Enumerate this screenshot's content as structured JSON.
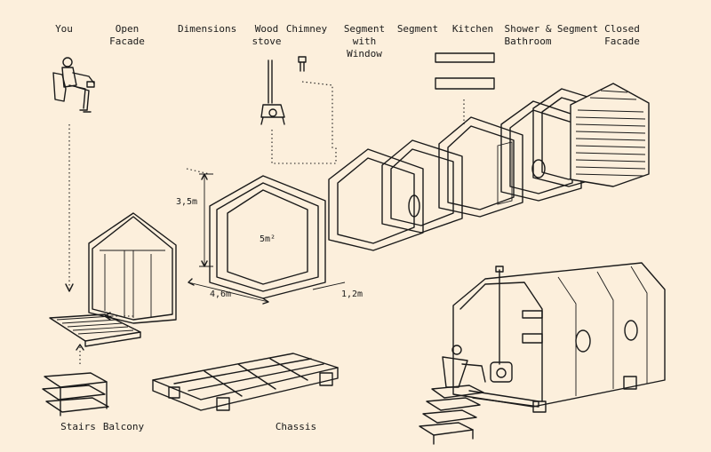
{
  "labels": {
    "you": "You",
    "open_facade": "Open\nFacade",
    "dimensions": "Dimensions",
    "wood_stove": "Wood\nstove",
    "chimney": "Chimney",
    "segment_window": "Segment\nwith Window",
    "segment_1": "Segment",
    "kitchen": "Kitchen",
    "shower_bathroom": "Shower &\nBathroom",
    "segment_2": "Segment",
    "closed_facade": "Closed\nFacade",
    "stairs": "Stairs",
    "balcony": "Balcony",
    "chassis": "Chassis"
  },
  "dimensions": {
    "height": "3,5m",
    "area": "5m²",
    "width": "4,6m",
    "depth": "1,2m"
  }
}
